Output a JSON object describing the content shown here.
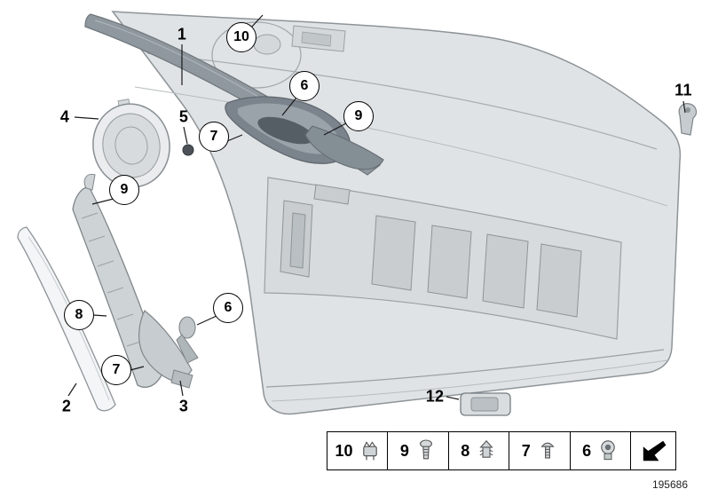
{
  "figure": {
    "document_number": "195686"
  },
  "callouts": [
    {
      "label": "1",
      "circled": false
    },
    {
      "label": "10",
      "circled": true
    },
    {
      "label": "6",
      "circled": true
    },
    {
      "label": "9",
      "circled": true
    },
    {
      "label": "4",
      "circled": false
    },
    {
      "label": "5",
      "circled": false
    },
    {
      "label": "7",
      "circled": true
    },
    {
      "label": "9",
      "circled": true
    },
    {
      "label": "8",
      "circled": true
    },
    {
      "label": "6",
      "circled": true
    },
    {
      "label": "7",
      "circled": true
    },
    {
      "label": "2",
      "circled": false
    },
    {
      "label": "3",
      "circled": false
    },
    {
      "label": "11",
      "circled": false
    },
    {
      "label": "12",
      "circled": false
    }
  ],
  "legend": {
    "items": [
      {
        "label": "10",
        "icon": "clip-icon"
      },
      {
        "label": "9",
        "icon": "screw-icon"
      },
      {
        "label": "8",
        "icon": "expanding-clip-icon"
      },
      {
        "label": "7",
        "icon": "oval-screw-icon"
      },
      {
        "label": "6",
        "icon": "grommet-icon"
      }
    ],
    "nav": {
      "icon": "continue-arrow-icon"
    }
  }
}
